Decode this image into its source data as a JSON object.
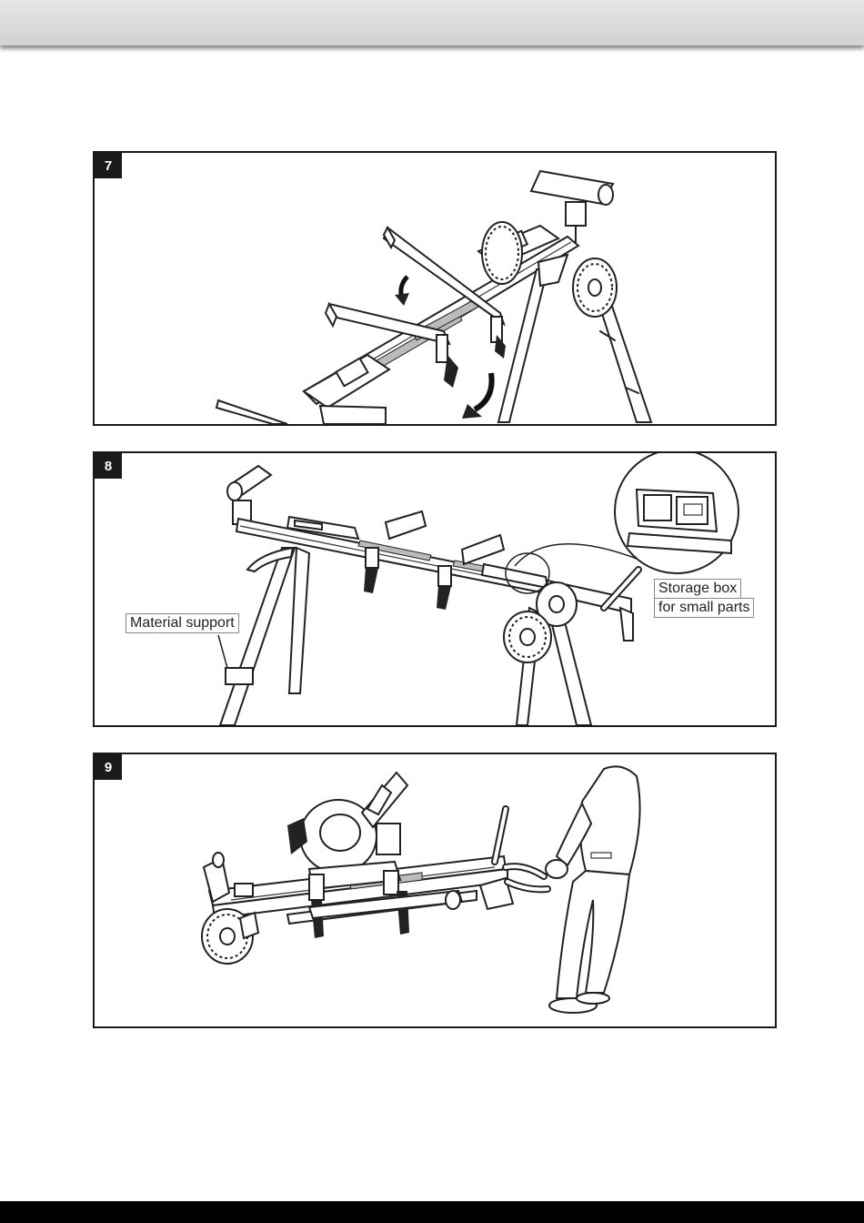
{
  "figures": [
    {
      "number": "7"
    },
    {
      "number": "8",
      "labels": {
        "material_support": "Material support",
        "storage_box_line1": "Storage box",
        "storage_box_line2": "for small parts"
      }
    },
    {
      "number": "9"
    }
  ],
  "colors": {
    "frame": "#1a1a1a",
    "header_band": "#d9d9d9",
    "footer_band": "#000000"
  }
}
